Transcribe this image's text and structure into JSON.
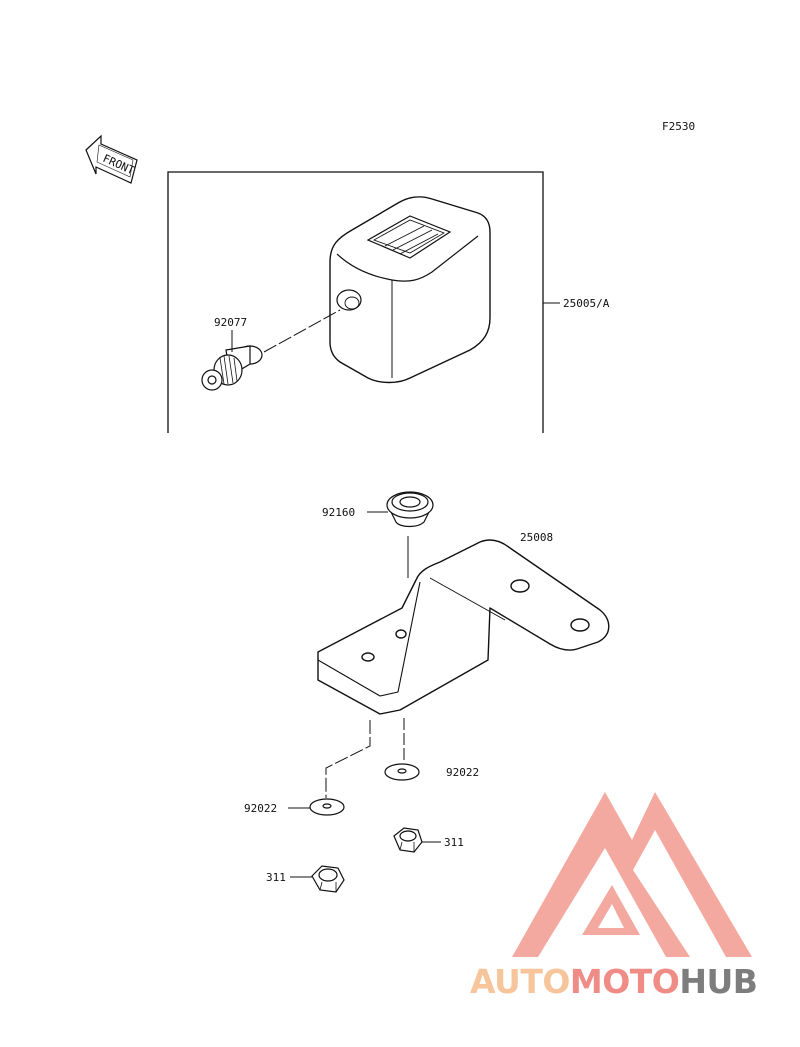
{
  "figure_code": "F2530",
  "front_label": "FRONT",
  "parts": {
    "p25005A": "25005/A",
    "p92077": "92077",
    "p92160": "92160",
    "p25008": "25008",
    "p92022_right": "92022",
    "p92022_left": "92022",
    "p311_right": "311",
    "p311_left": "311"
  },
  "watermark": {
    "brand": "AUTOMOTOHUB",
    "colors": {
      "triangle": "#f29a90",
      "auto": "#f7c59b",
      "moto": "#f08c86",
      "hub": "#7d7d7d"
    }
  }
}
